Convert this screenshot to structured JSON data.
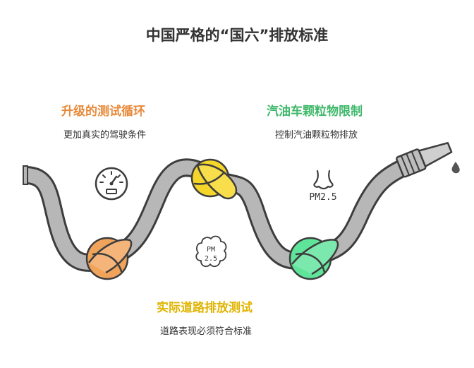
{
  "title": "中国严格的“国六”排放标准",
  "stages": [
    {
      "title": "升级的测试循环",
      "subtitle": "更加真实的驾驶条件",
      "color": "#e8893a"
    },
    {
      "title": "汽油车颗粒物限制",
      "subtitle": "控制汽油颗粒物排放",
      "color": "#3fb86a"
    },
    {
      "title": "实际道路排放测试",
      "subtitle": "道路表现必须符合标准",
      "color": "#e0b400"
    }
  ],
  "icons": {
    "speedometer": "speedometer-icon",
    "nose_label": "PM2.5",
    "cloud_line1": "PM",
    "cloud_line2": "2.5"
  },
  "colors": {
    "hose": "#b7b7b7",
    "hose_outline": "#3d3d3d",
    "knot_orange": "#f0a35a",
    "knot_yellow": "#f5d52a",
    "knot_green": "#5fe59a",
    "droplet": "#555555"
  }
}
